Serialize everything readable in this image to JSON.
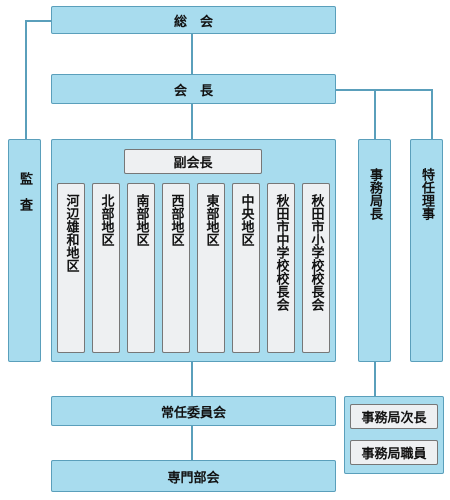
{
  "org": {
    "general_assembly": "総　会",
    "president": "会　長",
    "auditor": "監　査",
    "vice_president": "副会長",
    "districts": [
      "河辺雄和地区",
      "北部地区",
      "南部地区",
      "西部地区",
      "東部地区",
      "中央地区",
      "秋田市中学校校長会",
      "秋田市小学校校長会"
    ],
    "secretary_general": "事務局長",
    "special_director": "特任理事",
    "standing_committee": "常任委員会",
    "special_committee": "専門部会",
    "deputy_secretary": "事務局次長",
    "secretariat_staff": "事務局職員"
  }
}
